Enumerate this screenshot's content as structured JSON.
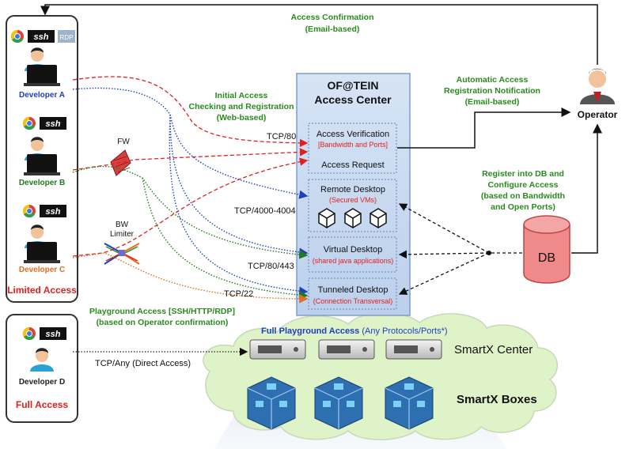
{
  "access_center": {
    "title_line1": "OF@TEIN",
    "title_line2": "Access Center",
    "verification": {
      "label": "Access Verification",
      "sub": "[Bandwidth and Ports]"
    },
    "request": {
      "label": "Access Request"
    },
    "remote": {
      "label": "Remote Desktop",
      "sub": "(Secured VMs)"
    },
    "virtual": {
      "label": "Virtual Desktop",
      "sub": "(shared java applications)"
    },
    "tunneled": {
      "label": "Tunneled Desktop",
      "sub": "(Connection Transversal)"
    }
  },
  "developers": [
    {
      "label": "Developer A",
      "color": "#1f3fbf"
    },
    {
      "label": "Developer B",
      "color": "#1f7a1f"
    },
    {
      "label": "Developer C",
      "color": "#e07020"
    },
    {
      "label": "Developer D",
      "color": "#222222"
    }
  ],
  "group_labels": {
    "limited": "Limited Access",
    "full": "Full Access"
  },
  "tool_badges": {
    "ssh": "ssh",
    "rdp": "RDP"
  },
  "firewall": {
    "label": "FW"
  },
  "bw_limiter": {
    "line1": "BW",
    "line2": "Limiter"
  },
  "operator": {
    "label": "Operator"
  },
  "db": {
    "label": "DB"
  },
  "annotations": {
    "access_confirmation": [
      "Access Confirmation",
      "(Email-based)"
    ],
    "initial_access": [
      "Initial Access",
      "Checking and Registration",
      "(Web-based)"
    ],
    "auto_registration": [
      "Automatic Access",
      "Registration Notification",
      "(Email-based)"
    ],
    "register_db": [
      "Register into DB and",
      "Configure Access",
      "(based on Bandwidth",
      "and Open Ports)"
    ],
    "playground": [
      "Playground Access [SSH/HTTP/RDP]",
      "(based on Operator confirmation)"
    ]
  },
  "port_labels": {
    "tcp80": "TCP/80",
    "tcp4000": "TCP/4000-4004",
    "tcp80443": "TCP/80/443",
    "tcp22": "TCP/22",
    "tcpany": "TCP/Any (Direct Access)"
  },
  "playground": {
    "title_bold": "Full Playground Access",
    "title_rest": "(Any Protocols/Ports*)",
    "smartx_center": "SmartX Center",
    "smartx_boxes": "SmartX Boxes"
  },
  "colors": {
    "green_text": "#2a8a1f",
    "red_text": "#e02020",
    "blue_text": "#1f3fbf",
    "center_fill": "#c9daf1",
    "center_border": "#7f9dc6",
    "db_fill": "#f08a8a",
    "cloud_fill": "#dff3c8"
  }
}
